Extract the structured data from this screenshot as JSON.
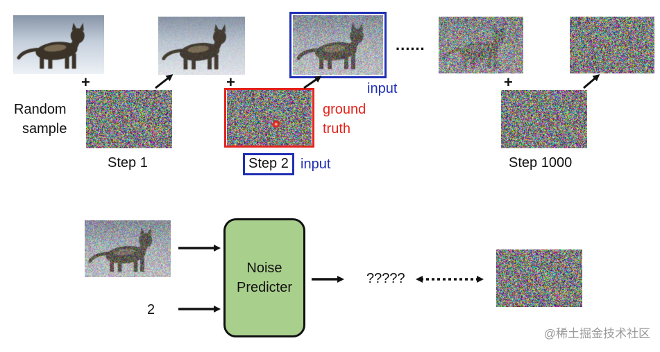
{
  "labels": {
    "random_sample_line1": "Random",
    "random_sample_line2": "sample",
    "step_1": "Step 1",
    "step_2": "Step 2",
    "step_1000": "Step 1000",
    "input_top": "input",
    "input_step": "input",
    "ground_truth_line1": "ground",
    "ground_truth_line2": "truth",
    "ellipsis": "......",
    "plus": "+",
    "question_marks": "?????",
    "step_number": "2",
    "predictor_line1": "Noise",
    "predictor_line2": "Predicter"
  },
  "watermark": "@稀土掘金技术社区",
  "colors": {
    "input_blue": "#1f2fb3",
    "ground_truth_red": "#e3231c",
    "predictor_green": "#a9cf8d"
  }
}
